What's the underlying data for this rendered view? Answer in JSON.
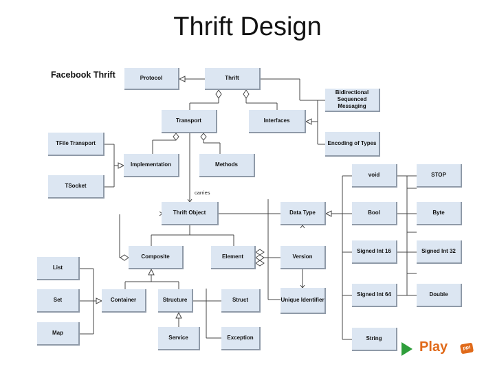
{
  "slide": {
    "title": "Thrift Design",
    "subtitle": "Facebook Thrift"
  },
  "boxes": {
    "protocol": "Protocol",
    "thrift": "Thrift",
    "bidirectional": "Bidirectional Sequenced Messaging",
    "transport": "Transport",
    "interfaces": "Interfaces",
    "tfiletransport": "TFile Transport",
    "encoding": "Encoding of Types",
    "implementation": "Implementation",
    "methods": "Methods",
    "tsocket": "TSocket",
    "thrift_object": "Thrift Object",
    "data_type": "Data Type",
    "composite": "Composite",
    "element": "Element",
    "version": "Version",
    "list": "List",
    "set": "Set",
    "map": "Map",
    "container": "Container",
    "structure": "Structure",
    "struct": "Struct",
    "unique_identifier": "Unique Identifier",
    "service": "Service",
    "exception": "Exception",
    "void": "void",
    "stop": "STOP",
    "bool": "Bool",
    "byte": "Byte",
    "signed_int_16": "Signed Int 16",
    "signed_int_32": "Signed Int 32",
    "signed_int_64": "Signed Int 64",
    "double": "Double",
    "string": "String"
  },
  "notes": {
    "carries": "carries"
  },
  "logo": {
    "play_text": "Play",
    "badge_text": "ppt"
  },
  "colors": {
    "box_fill": "#dce6f2",
    "box_shadow": "#8f9aa8",
    "play_green": "#2e9e3a",
    "play_orange": "#e06a1a"
  }
}
